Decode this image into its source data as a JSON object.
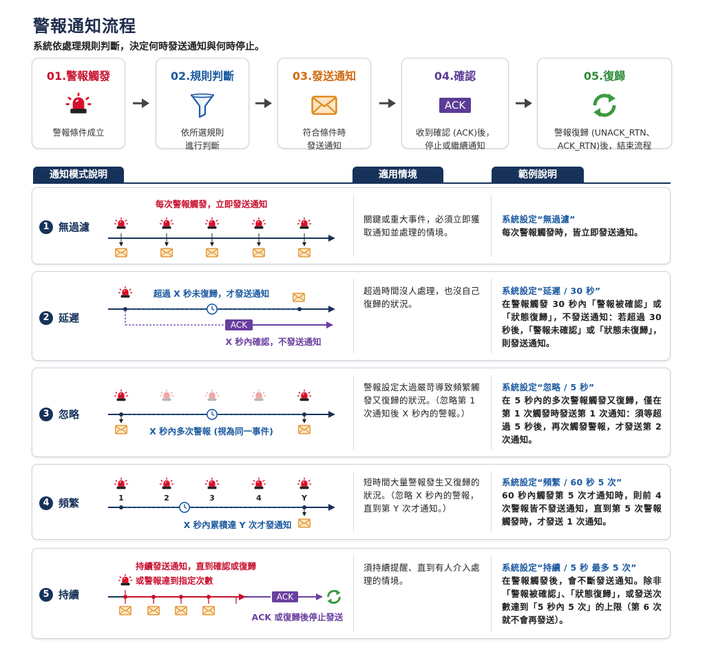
{
  "header": {
    "title": "警報通知流程",
    "subtitle": "系統依處理規則判斷，決定何時發送通知與何時停止。"
  },
  "steps": [
    {
      "title": "01.警報觸發",
      "line1": "警報條件成立",
      "line2": "",
      "color": "#c8102e",
      "icon": "siren-icon"
    },
    {
      "title": "02.規則判斷",
      "line1": "依所選規則",
      "line2": "進行判斷",
      "color": "#1c5aa0",
      "icon": "filter-icon"
    },
    {
      "title": "03.發送通知",
      "line1": "符合條件時",
      "line2": "發送通知",
      "color": "#d06a10",
      "icon": "mail-icon"
    },
    {
      "title": "04.確認",
      "line1": "收到確認 (ACK)後，",
      "line2": "停止或繼續通知",
      "color": "#5b3b96",
      "icon": "ack-icon",
      "ack": "ACK"
    },
    {
      "title": "05.復歸",
      "line1": "警報復歸 (UNACK_RTN、",
      "line2": "ACK_RTN)後，結束流程",
      "color": "#2e8b3a",
      "icon": "recover-icon"
    }
  ],
  "table_headers": {
    "mode": "通知模式說明",
    "context": "適用情境",
    "example": "範例說明"
  },
  "modes": [
    {
      "num": "1",
      "name": "無過濾",
      "diagram": {
        "label_top": "每次警報觸發，立即發送通知"
      },
      "context": "關鍵或重大事件，必須立即獲取通知並處理的情境。",
      "example_title": "系統設定“無過濾”",
      "example_body": "每次警報觸發時，皆立即發送通知。"
    },
    {
      "num": "2",
      "name": "延遲",
      "diagram": {
        "label_top": "超過 X 秒未復歸，才發送通知",
        "label_bottom": "X 秒內確認，不發送通知",
        "ack": "ACK"
      },
      "context": "超過時間沒人處理，也沒自己復歸的狀況。",
      "example_title": "系統設定“延遲 / 30 秒”",
      "example_body": "在警報觸發 30 秒內「警報被確認」或「狀態復歸」，不發送通知：若超過 30 秒後，「警報未確認」或「狀態未復歸」，則發送通知。"
    },
    {
      "num": "3",
      "name": "忽略",
      "diagram": {
        "label_bottom": "X 秒內多次警報 (視為同一事件)"
      },
      "context": "警報設定太過嚴苛導致頻繁觸發又復歸的狀況。（忽略第 1 次通知後 X 秒內的警報。）",
      "example_title": "系統設定“忽略 / 5 秒”",
      "example_body": "在 5 秒內的多次警報觸發又復歸，僅在第 1 次觸發時發送第 1 次通知：須等超過 5 秒後，再次觸發警報，才發送第 2 次通知。"
    },
    {
      "num": "4",
      "name": "頻繁",
      "diagram": {
        "label_bottom": "X 秒內累積達 Y 次才發通知",
        "counts": [
          "1",
          "2",
          "3",
          "4",
          "Y"
        ]
      },
      "context": "短時間大量警報發生又復歸的狀況。（忽略 X 秒內的警報，直到第 Y 次才通知。）",
      "example_title": "系統設定“頻繁 / 60 秒 5 次”",
      "example_body": "60 秒內觸發第 5 次才通知時，則前 4 次警報皆不發送通知，直到第 5 次警報觸發時，才發送 1 次通知。"
    },
    {
      "num": "5",
      "name": "持續",
      "diagram": {
        "label_top1": "持續發送通知，直到確認或復歸",
        "label_top2": "或警報達到指定次數",
        "label_bottom": "ACK 或復歸後停止發送",
        "ack": "ACK"
      },
      "context": "須持續提醒、直到有人介入處理的情境。",
      "example_title": "系統設定“持續 / 5 秒 最多 5 次”",
      "example_body": "在警報觸發後，會不斷發送通知。除非「警報被確認」、「狀態復歸」，或發送次數達到「5 秒內 5 次」的上限（第 6 次就不會再發送）。"
    }
  ],
  "colors": {
    "navy": "#17325a",
    "red": "#c8102e",
    "blue": "#1c5aa0",
    "orange": "#e08a1e",
    "purple": "#6a3fa0",
    "green": "#2e8b3a"
  }
}
